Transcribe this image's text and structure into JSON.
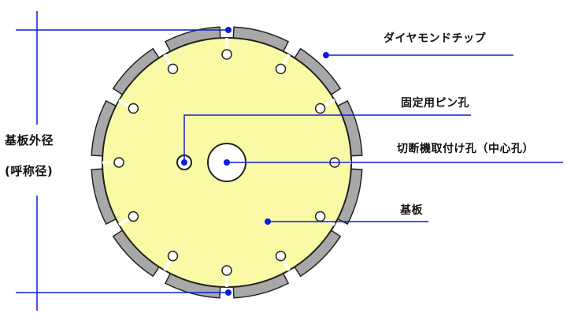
{
  "labels": {
    "diamond_tip": "ダイヤモンドチップ",
    "pin_hole": "固定用ピン孔",
    "center_hole": "切断機取付け孔（中心孔）",
    "base_plate": "基板",
    "outer_diameter": "基板外径",
    "nominal_diameter": "(呼称径)"
  },
  "colors": {
    "blade_fill": "#fafaa6",
    "segment_fill": "#a8a8a8",
    "outline": "#222222",
    "leader_line": "#0a1fd8",
    "leader_dot": "#0a1fd8"
  }
}
